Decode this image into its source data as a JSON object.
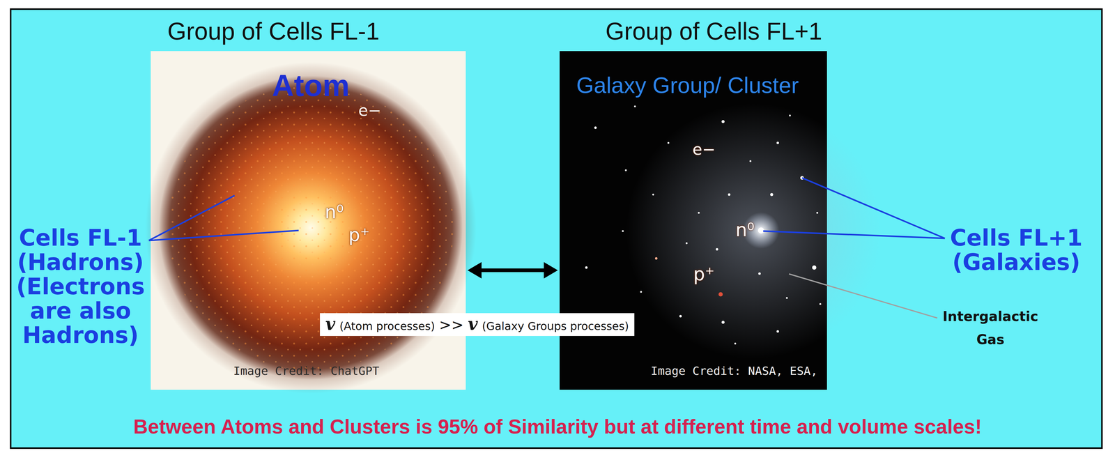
{
  "diagram": {
    "caption": "Between Atoms and Clusters is 95% of Similarity but at different time and volume scales!",
    "nodes": [
      {
        "text": [
          "Group of Cells FL-1",
          "Atom",
          "e−",
          "n⁰",
          "p⁺",
          "Image Credit: ChatGPT"
        ]
      },
      {
        "text": [
          "Group of Cells FL+1",
          "Galaxy Group/ Cluster",
          "e−",
          "n⁰",
          "p⁺",
          "Image Credit: NASA, ESA,"
        ]
      },
      {
        "text": [
          "v",
          "(Atom processes)",
          ">>",
          "v",
          "(Galaxy Groups processes)"
        ]
      }
    ],
    "edges": [
      {
        "from": 0,
        "to": 1,
        "arrow": "both"
      }
    ],
    "labels": [
      "Cells FL-1",
      "(Hadrons)",
      "(Electrons are also Hadrons)",
      "Cells FL+1",
      "(Galaxies)",
      "Intergalactic Gas"
    ]
  }
}
